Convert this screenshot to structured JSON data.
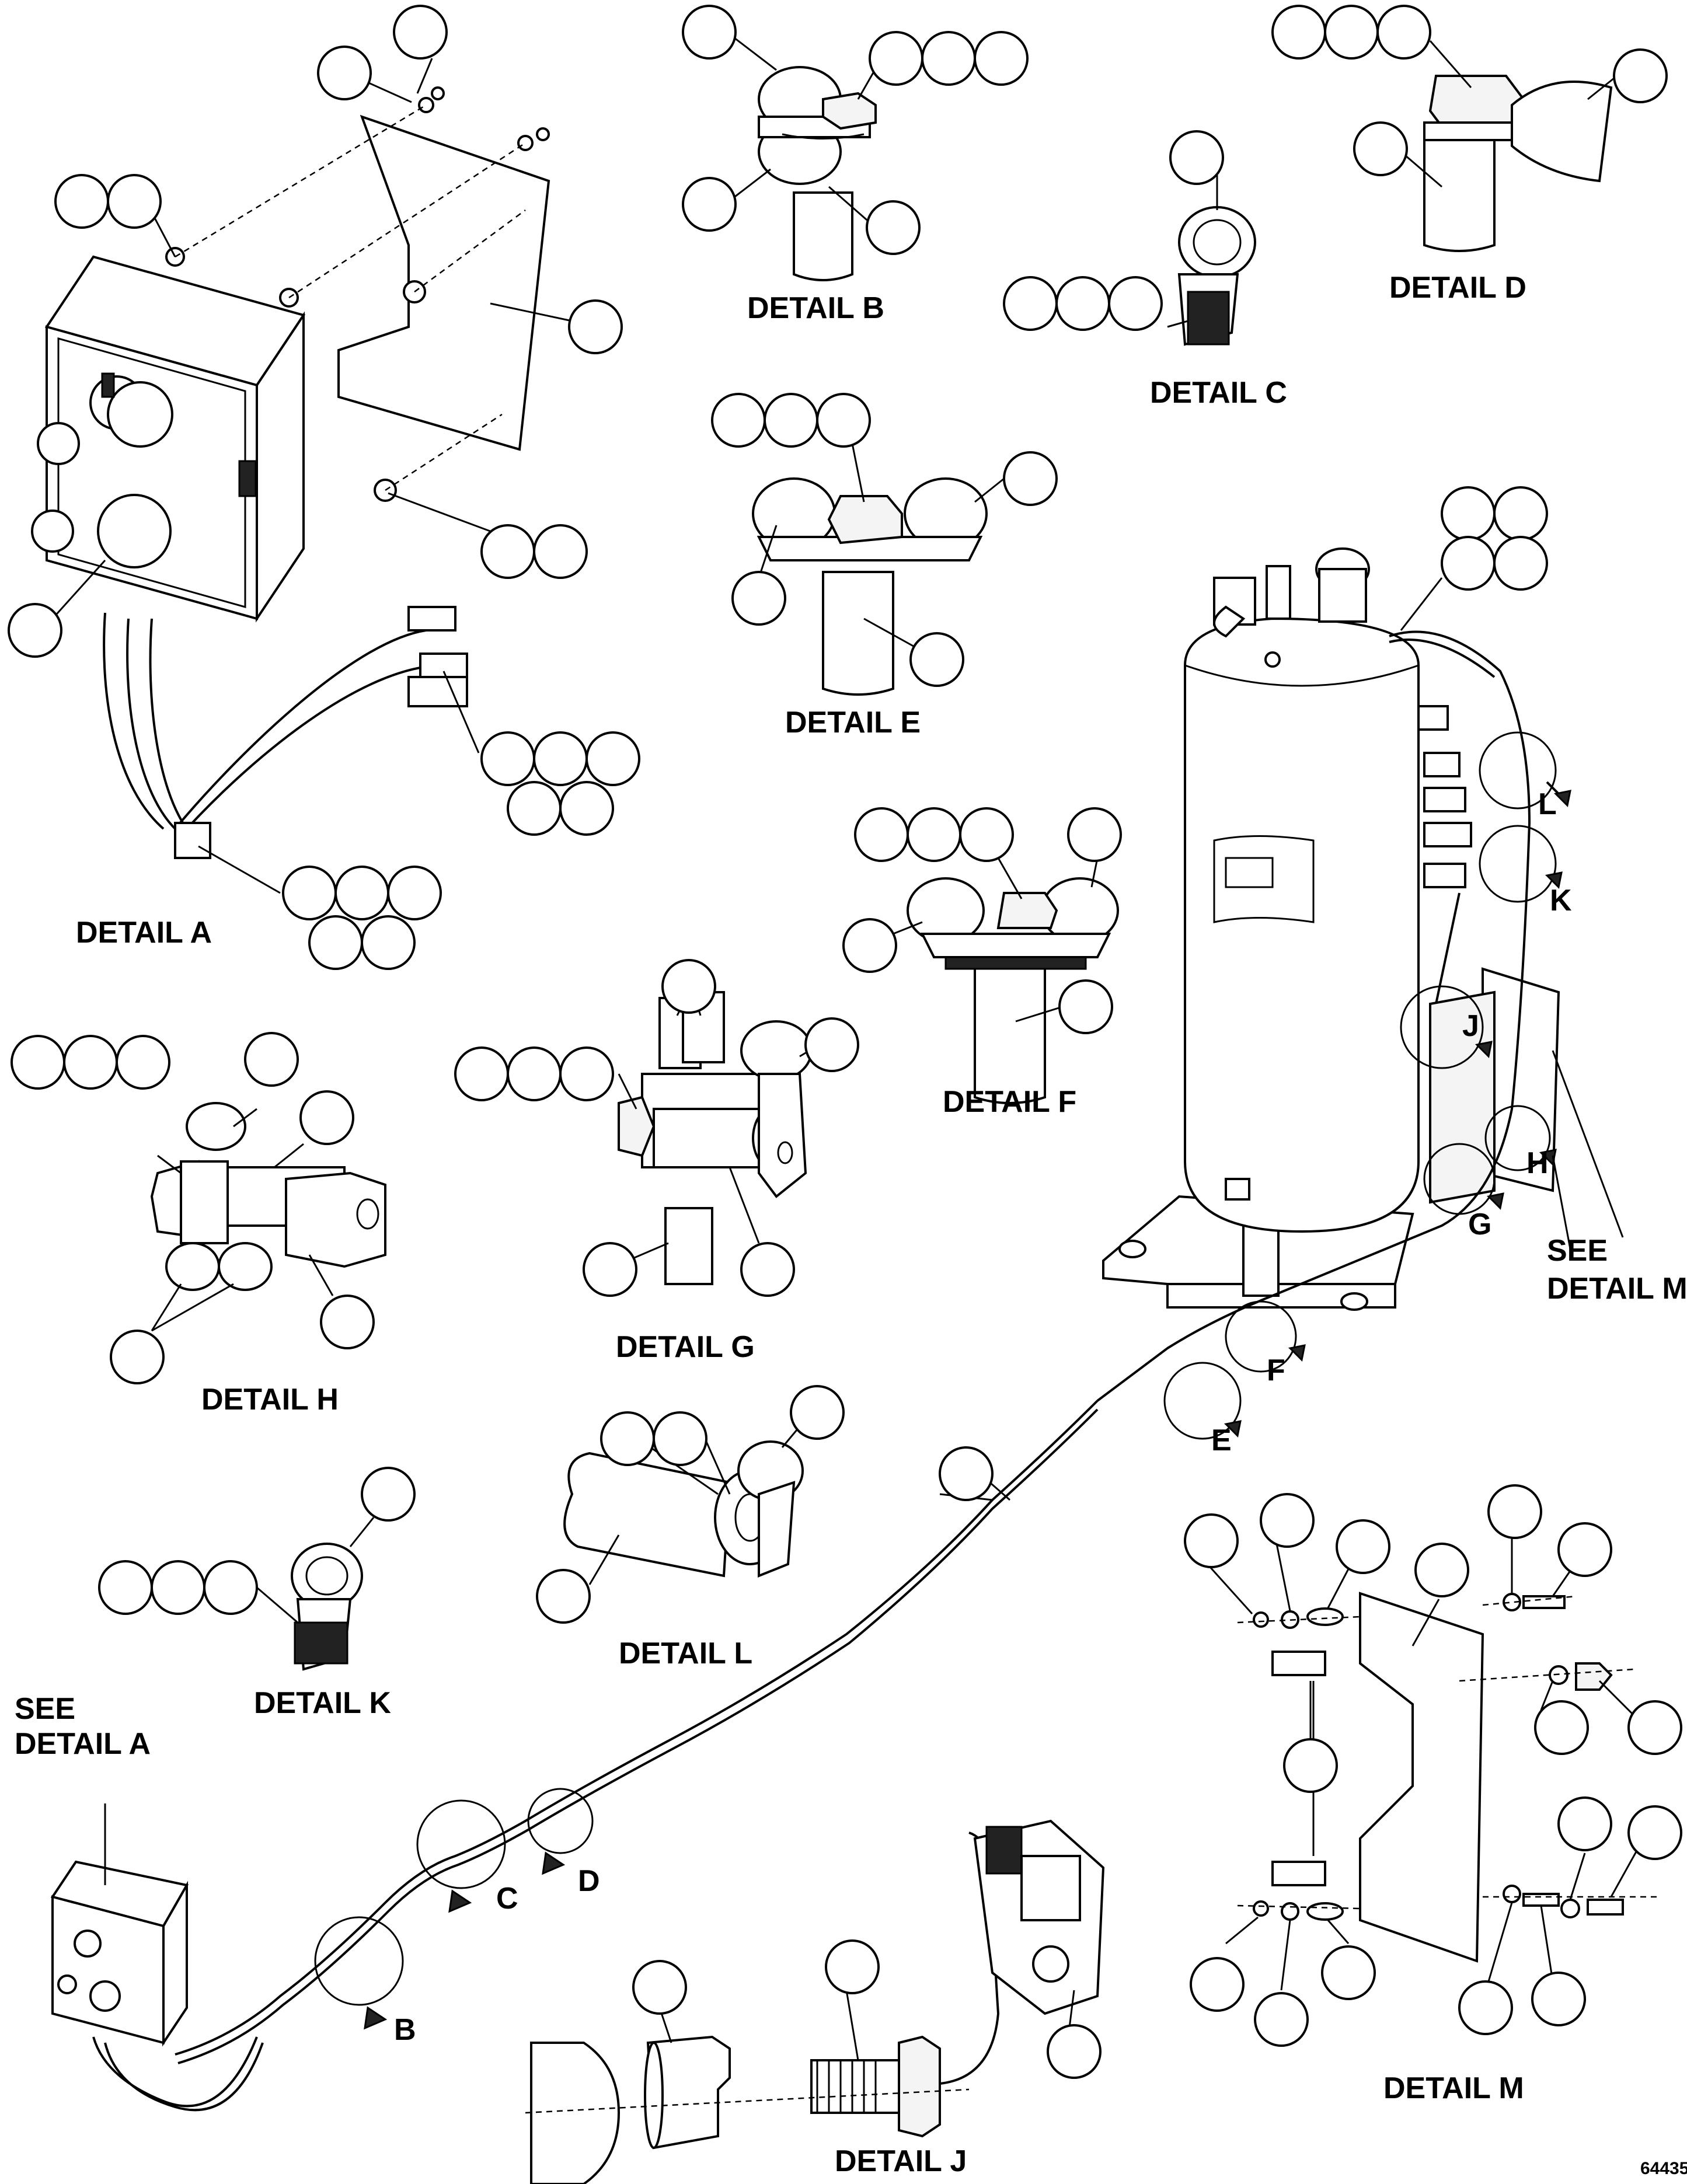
{
  "details": {
    "a": "DETAIL A",
    "b": "DETAIL B",
    "c": "DETAIL C",
    "d": "DETAIL D",
    "e": "DETAIL E",
    "f": "DETAIL F",
    "g": "DETAIL G",
    "h": "DETAIL H",
    "j": "DETAIL J",
    "k": "DETAIL K",
    "l": "DETAIL L",
    "m": "DETAIL M"
  },
  "see_detail_a": {
    "line1": "SEE",
    "line2": "DETAIL A"
  },
  "see_detail_m": {
    "line1": "SEE",
    "line2": "DETAIL M"
  },
  "callouts": {
    "b": "B",
    "c": "C",
    "d": "D",
    "e": "E",
    "f": "F",
    "g": "G",
    "h": "H",
    "j": "J",
    "k": "K",
    "l": "L"
  },
  "figure_number": "64435"
}
